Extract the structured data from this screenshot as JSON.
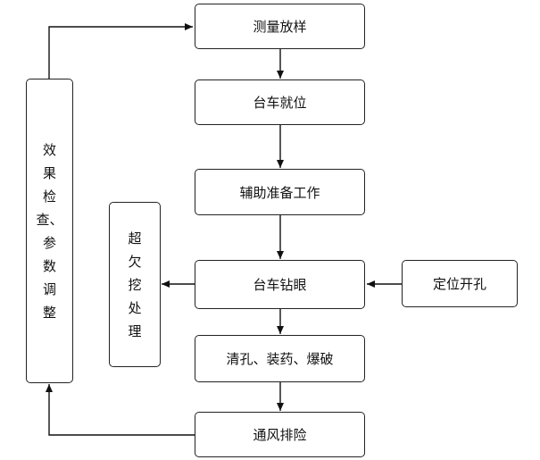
{
  "flowchart": {
    "steps": [
      {
        "label": "测量放样"
      },
      {
        "label": "台车就位"
      },
      {
        "label": "辅助准备工作"
      },
      {
        "label": "台车钻眼"
      },
      {
        "label": "清孔、装药、爆破"
      },
      {
        "label": "通风排险"
      }
    ],
    "side_input": {
      "label": "定位开孔"
    },
    "left_branch": {
      "chars": [
        "超",
        "欠",
        "挖",
        "处",
        "理"
      ]
    },
    "feedback": {
      "chars": [
        "效",
        "果",
        "检",
        "查、",
        "参",
        "数",
        "调",
        "整"
      ]
    }
  }
}
